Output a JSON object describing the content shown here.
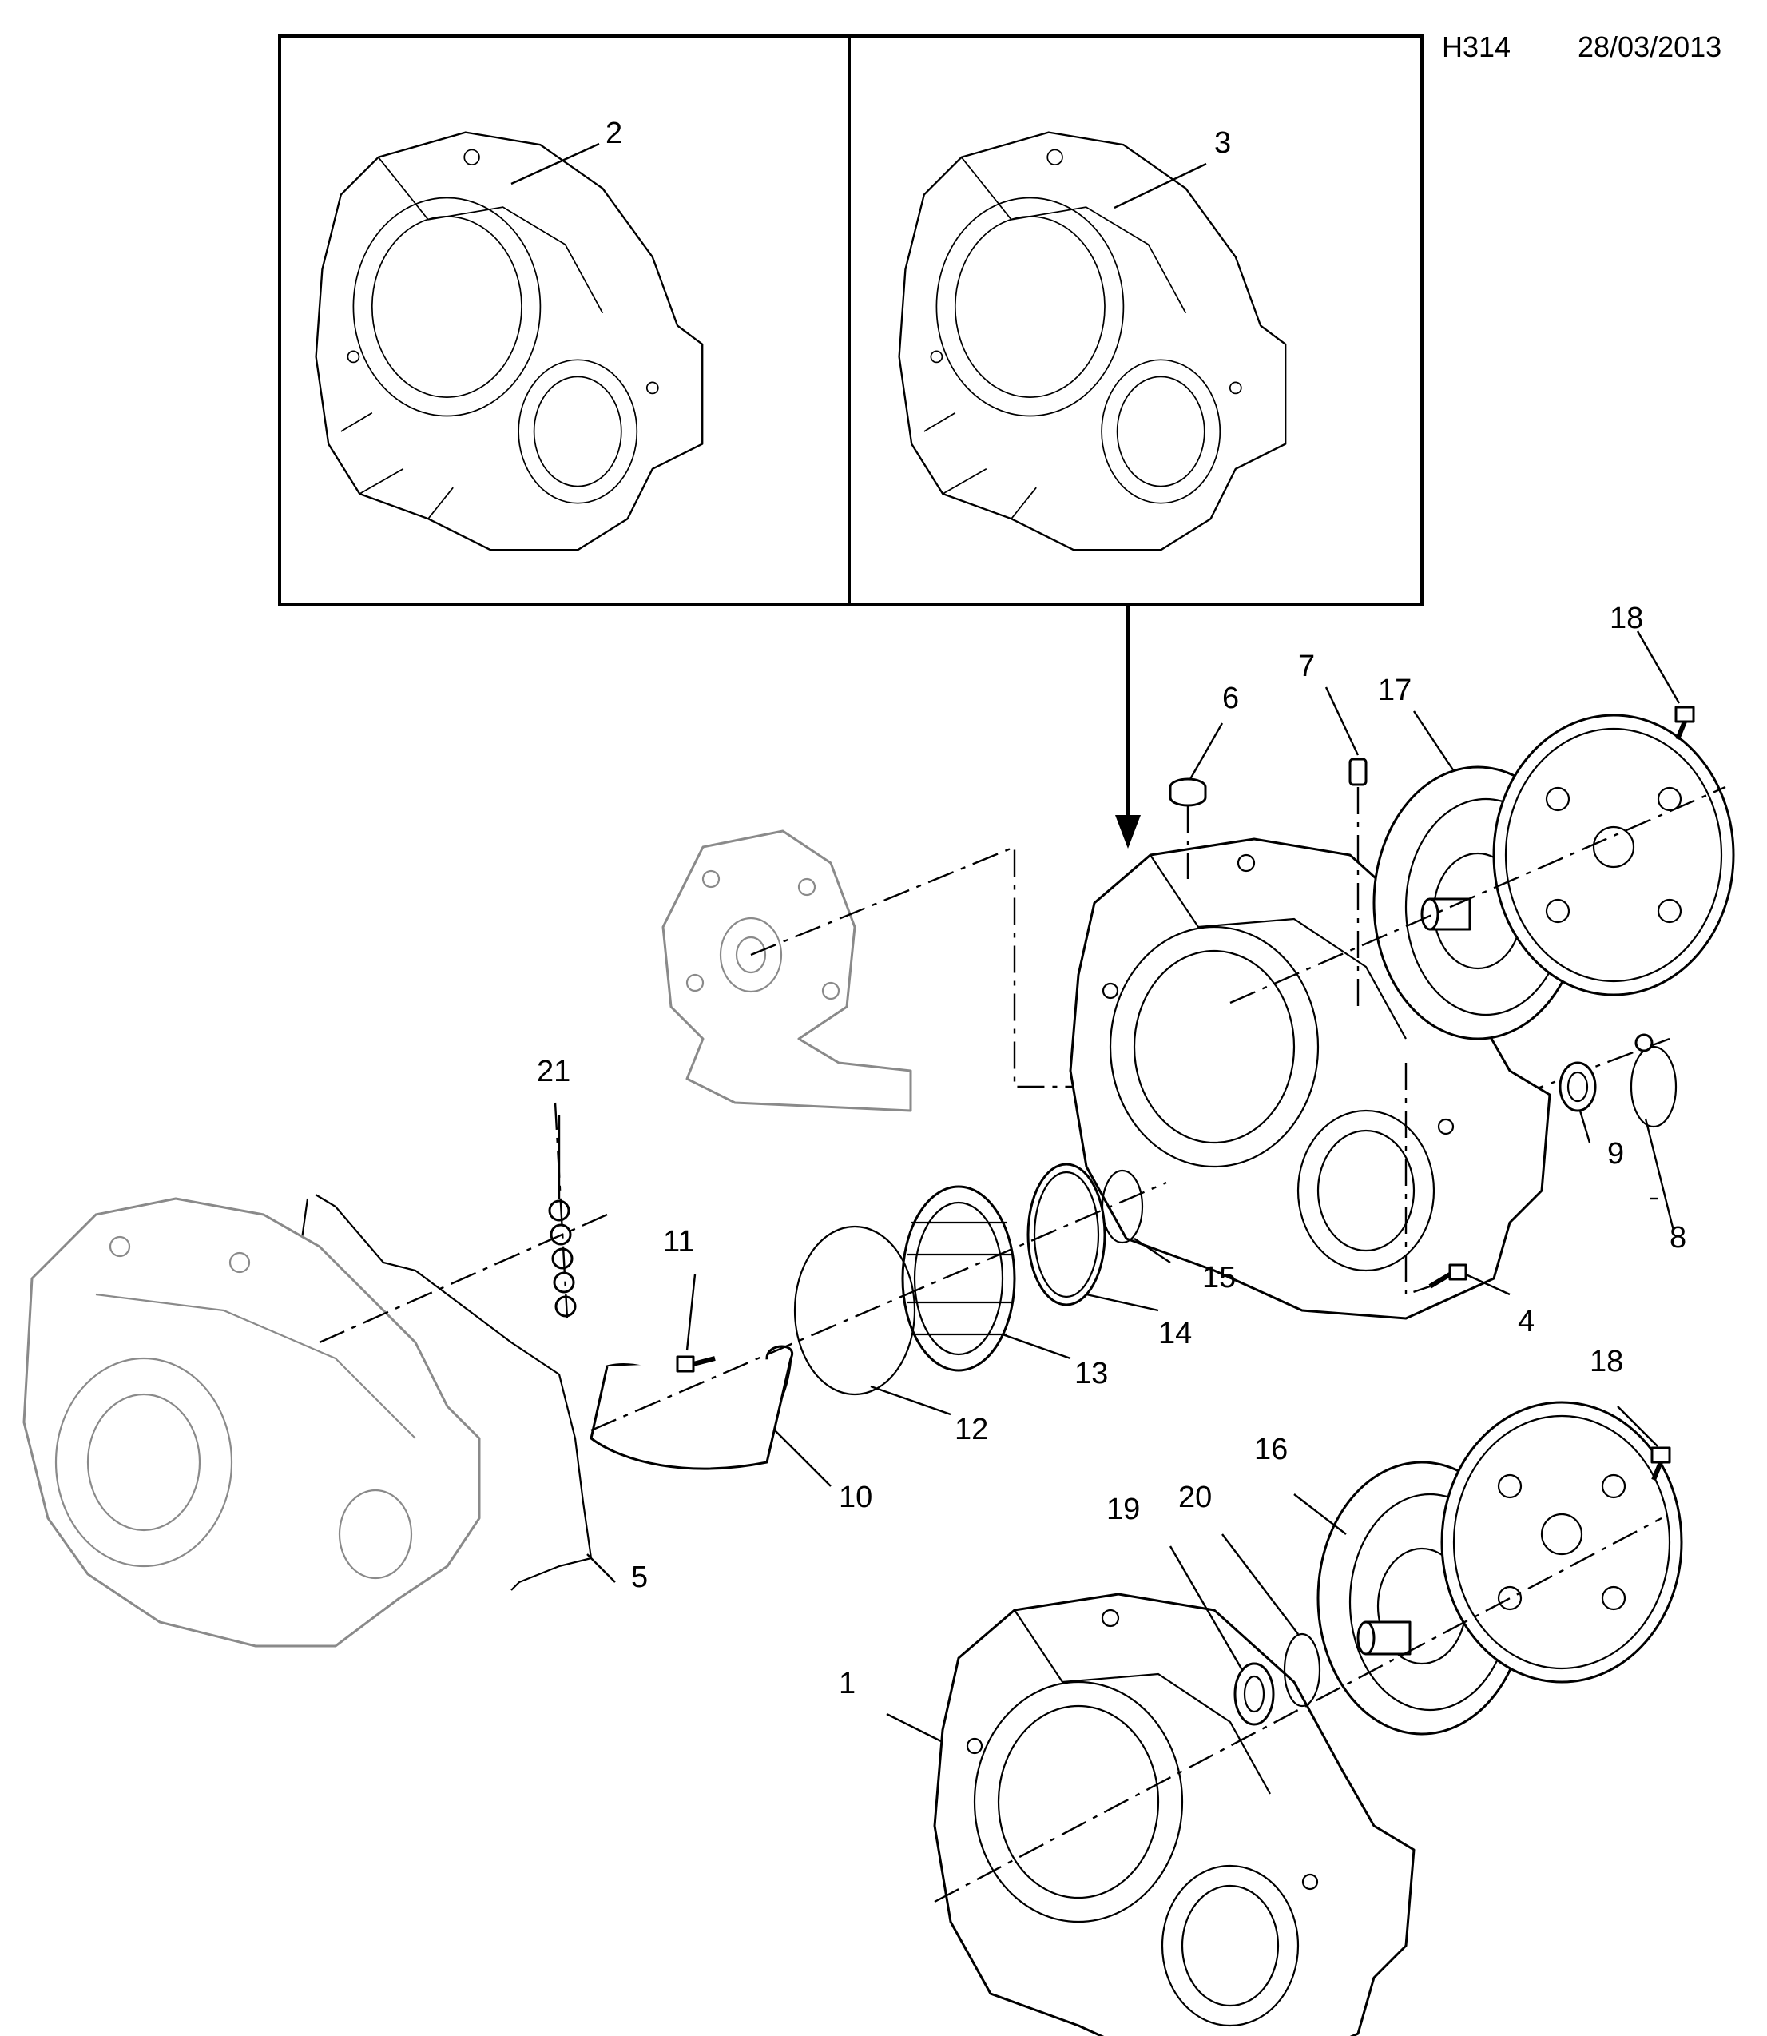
{
  "header": {
    "code": "H314",
    "date": "28/03/2013"
  },
  "callouts": [
    {
      "id": "c1",
      "label": "1"
    },
    {
      "id": "c2",
      "label": "2"
    },
    {
      "id": "c3",
      "label": "3"
    },
    {
      "id": "c4",
      "label": "4"
    },
    {
      "id": "c5",
      "label": "5"
    },
    {
      "id": "c6",
      "label": "6"
    },
    {
      "id": "c7",
      "label": "7"
    },
    {
      "id": "c8",
      "label": "8"
    },
    {
      "id": "c9",
      "label": "9"
    },
    {
      "id": "c10",
      "label": "10"
    },
    {
      "id": "c11",
      "label": "11"
    },
    {
      "id": "c12",
      "label": "12"
    },
    {
      "id": "c13",
      "label": "13"
    },
    {
      "id": "c14",
      "label": "14"
    },
    {
      "id": "c15",
      "label": "15"
    },
    {
      "id": "c16",
      "label": "16"
    },
    {
      "id": "c17",
      "label": "17"
    },
    {
      "id": "c18a",
      "label": "18"
    },
    {
      "id": "c18b",
      "label": "18"
    },
    {
      "id": "c19",
      "label": "19"
    },
    {
      "id": "c20",
      "label": "20"
    },
    {
      "id": "c21",
      "label": "21"
    }
  ]
}
